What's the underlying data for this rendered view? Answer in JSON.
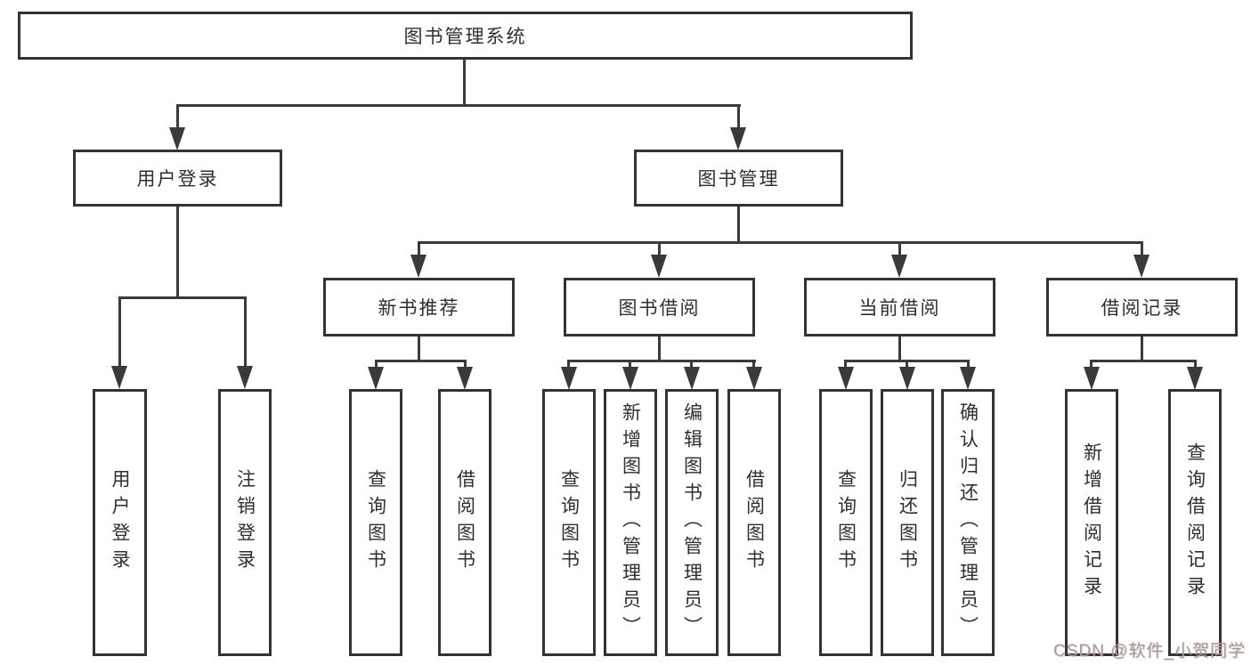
{
  "nodes": {
    "root": {
      "label": "图书管理系统"
    },
    "level2": [
      {
        "label": "用户登录"
      },
      {
        "label": "图书管理"
      }
    ],
    "level3": [
      {
        "label": "新书推荐"
      },
      {
        "label": "图书借阅"
      },
      {
        "label": "当前借阅"
      },
      {
        "label": "借阅记录"
      }
    ],
    "leaves": [
      {
        "label": "用户登录"
      },
      {
        "label": "注销登录"
      },
      {
        "label": "查询图书"
      },
      {
        "label": "借阅图书"
      },
      {
        "label": "查询图书"
      },
      {
        "label": "新增图书（管理员）"
      },
      {
        "label": "编辑图书（管理员）"
      },
      {
        "label": "借阅图书"
      },
      {
        "label": "查询图书"
      },
      {
        "label": "归还图书"
      },
      {
        "label": "确认归还（管理员）"
      },
      {
        "label": "新增借阅记录"
      },
      {
        "label": "查询借阅记录"
      }
    ]
  },
  "hierarchy": {
    "图书管理系统": [
      "用户登录",
      "图书管理"
    ],
    "用户登录": [
      "用户登录",
      "注销登录"
    ],
    "图书管理": [
      "新书推荐",
      "图书借阅",
      "当前借阅",
      "借阅记录"
    ],
    "新书推荐": [
      "查询图书",
      "借阅图书"
    ],
    "图书借阅": [
      "查询图书",
      "新增图书（管理员）",
      "编辑图书（管理员）",
      "借阅图书"
    ],
    "当前借阅": [
      "查询图书",
      "归还图书",
      "确认归还（管理员）"
    ],
    "借阅记录": [
      "新增借阅记录",
      "查询借阅记录"
    ]
  },
  "watermark": {
    "text": "CSDN @软件_小贺同学"
  },
  "colors": {
    "background": "#ffffff",
    "box_fill": "#ffffff",
    "box_border": "#333333",
    "line": "#3a3a3a",
    "text": "#2f2f2f",
    "watermark": "#a09e9e"
  }
}
